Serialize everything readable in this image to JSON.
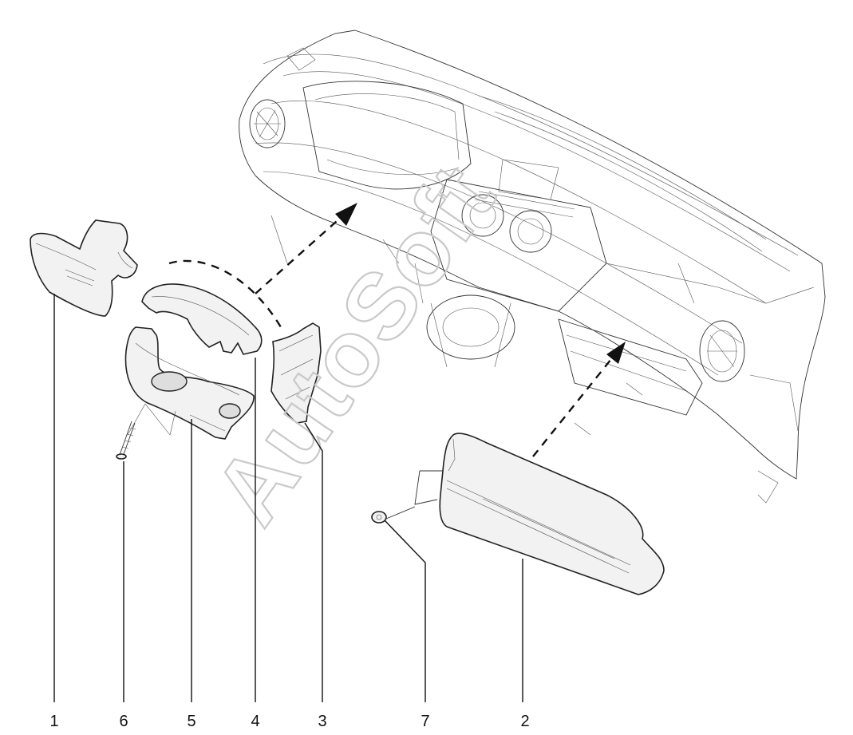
{
  "watermark": "AutoSoft",
  "callouts": {
    "c1": "1",
    "c6": "6",
    "c5": "5",
    "c4": "4",
    "c3": "3",
    "c7": "7",
    "c2": "2"
  }
}
